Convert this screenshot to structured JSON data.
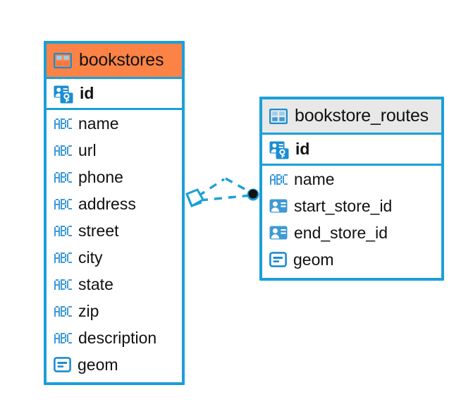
{
  "diagram": {
    "type": "entity-relationship-diagram",
    "background": "#ffffff",
    "accent_blue": "#1b9fd8",
    "header_orange": "#fc8345",
    "header_gray": "#e8e8e8",
    "text_color": "#111111"
  },
  "entities": [
    {
      "name": "bookstores",
      "header_accent": "#fc8345",
      "primary_key": {
        "label": "id",
        "icon": "primary-key-icon"
      },
      "fields": [
        {
          "label": "name",
          "icon": "abc-text-icon"
        },
        {
          "label": "url",
          "icon": "abc-text-icon"
        },
        {
          "label": "phone",
          "icon": "abc-text-icon"
        },
        {
          "label": "address",
          "icon": "abc-text-icon"
        },
        {
          "label": "street",
          "icon": "abc-text-icon"
        },
        {
          "label": "city",
          "icon": "abc-text-icon"
        },
        {
          "label": "state",
          "icon": "abc-text-icon"
        },
        {
          "label": "zip",
          "icon": "abc-text-icon"
        },
        {
          "label": "description",
          "icon": "abc-text-icon"
        },
        {
          "label": "geom",
          "icon": "geometry-icon"
        }
      ]
    },
    {
      "name": "bookstore_routes",
      "header_accent": "#e8e8e8",
      "primary_key": {
        "label": "id",
        "icon": "primary-key-icon"
      },
      "fields": [
        {
          "label": "name",
          "icon": "abc-text-icon"
        },
        {
          "label": "start_store_id",
          "icon": "foreign-key-icon"
        },
        {
          "label": "end_store_id",
          "icon": "foreign-key-icon"
        },
        {
          "label": "geom",
          "icon": "geometry-icon"
        }
      ]
    }
  ],
  "relationship": {
    "source_entity": "bookstores",
    "source_field": "id",
    "target_entity": "bookstore_routes",
    "target_fields": [
      "start_store_id",
      "end_store_id"
    ],
    "line_style": "dashed",
    "line_color": "#1b9fd8",
    "source_endpoint": "diamond",
    "target_endpoint": "filled-circle"
  }
}
